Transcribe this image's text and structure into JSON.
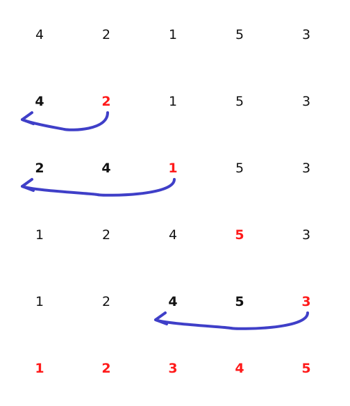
{
  "colors": {
    "default": "#111111",
    "highlight": "#ff1a1a",
    "arrow": "#3f3fc8"
  },
  "rows": [
    {
      "cells": [
        {
          "value": "4",
          "style": "normal"
        },
        {
          "value": "2",
          "style": "normal"
        },
        {
          "value": "1",
          "style": "normal"
        },
        {
          "value": "5",
          "style": "normal"
        },
        {
          "value": "3",
          "style": "normal"
        }
      ]
    },
    {
      "cells": [
        {
          "value": "4",
          "style": "bold"
        },
        {
          "value": "2",
          "style": "highlight"
        },
        {
          "value": "1",
          "style": "normal"
        },
        {
          "value": "5",
          "style": "normal"
        },
        {
          "value": "3",
          "style": "normal"
        }
      ]
    },
    {
      "cells": [
        {
          "value": "2",
          "style": "bold"
        },
        {
          "value": "4",
          "style": "bold"
        },
        {
          "value": "1",
          "style": "highlight"
        },
        {
          "value": "5",
          "style": "normal"
        },
        {
          "value": "3",
          "style": "normal"
        }
      ]
    },
    {
      "cells": [
        {
          "value": "1",
          "style": "normal"
        },
        {
          "value": "2",
          "style": "normal"
        },
        {
          "value": "4",
          "style": "normal"
        },
        {
          "value": "5",
          "style": "highlight"
        },
        {
          "value": "3",
          "style": "normal"
        }
      ]
    },
    {
      "cells": [
        {
          "value": "1",
          "style": "normal"
        },
        {
          "value": "2",
          "style": "normal"
        },
        {
          "value": "4",
          "style": "bold"
        },
        {
          "value": "5",
          "style": "bold"
        },
        {
          "value": "3",
          "style": "highlight"
        }
      ]
    },
    {
      "cells": [
        {
          "value": "1",
          "style": "highlight"
        },
        {
          "value": "2",
          "style": "highlight"
        },
        {
          "value": "3",
          "style": "highlight"
        },
        {
          "value": "4",
          "style": "highlight"
        },
        {
          "value": "5",
          "style": "highlight"
        }
      ]
    }
  ],
  "arrows": [
    {
      "row": 1,
      "from_col": 1,
      "to_col": 0
    },
    {
      "row": 2,
      "from_col": 2,
      "to_col": 0
    },
    {
      "row": 4,
      "from_col": 4,
      "to_col": 2
    }
  ]
}
